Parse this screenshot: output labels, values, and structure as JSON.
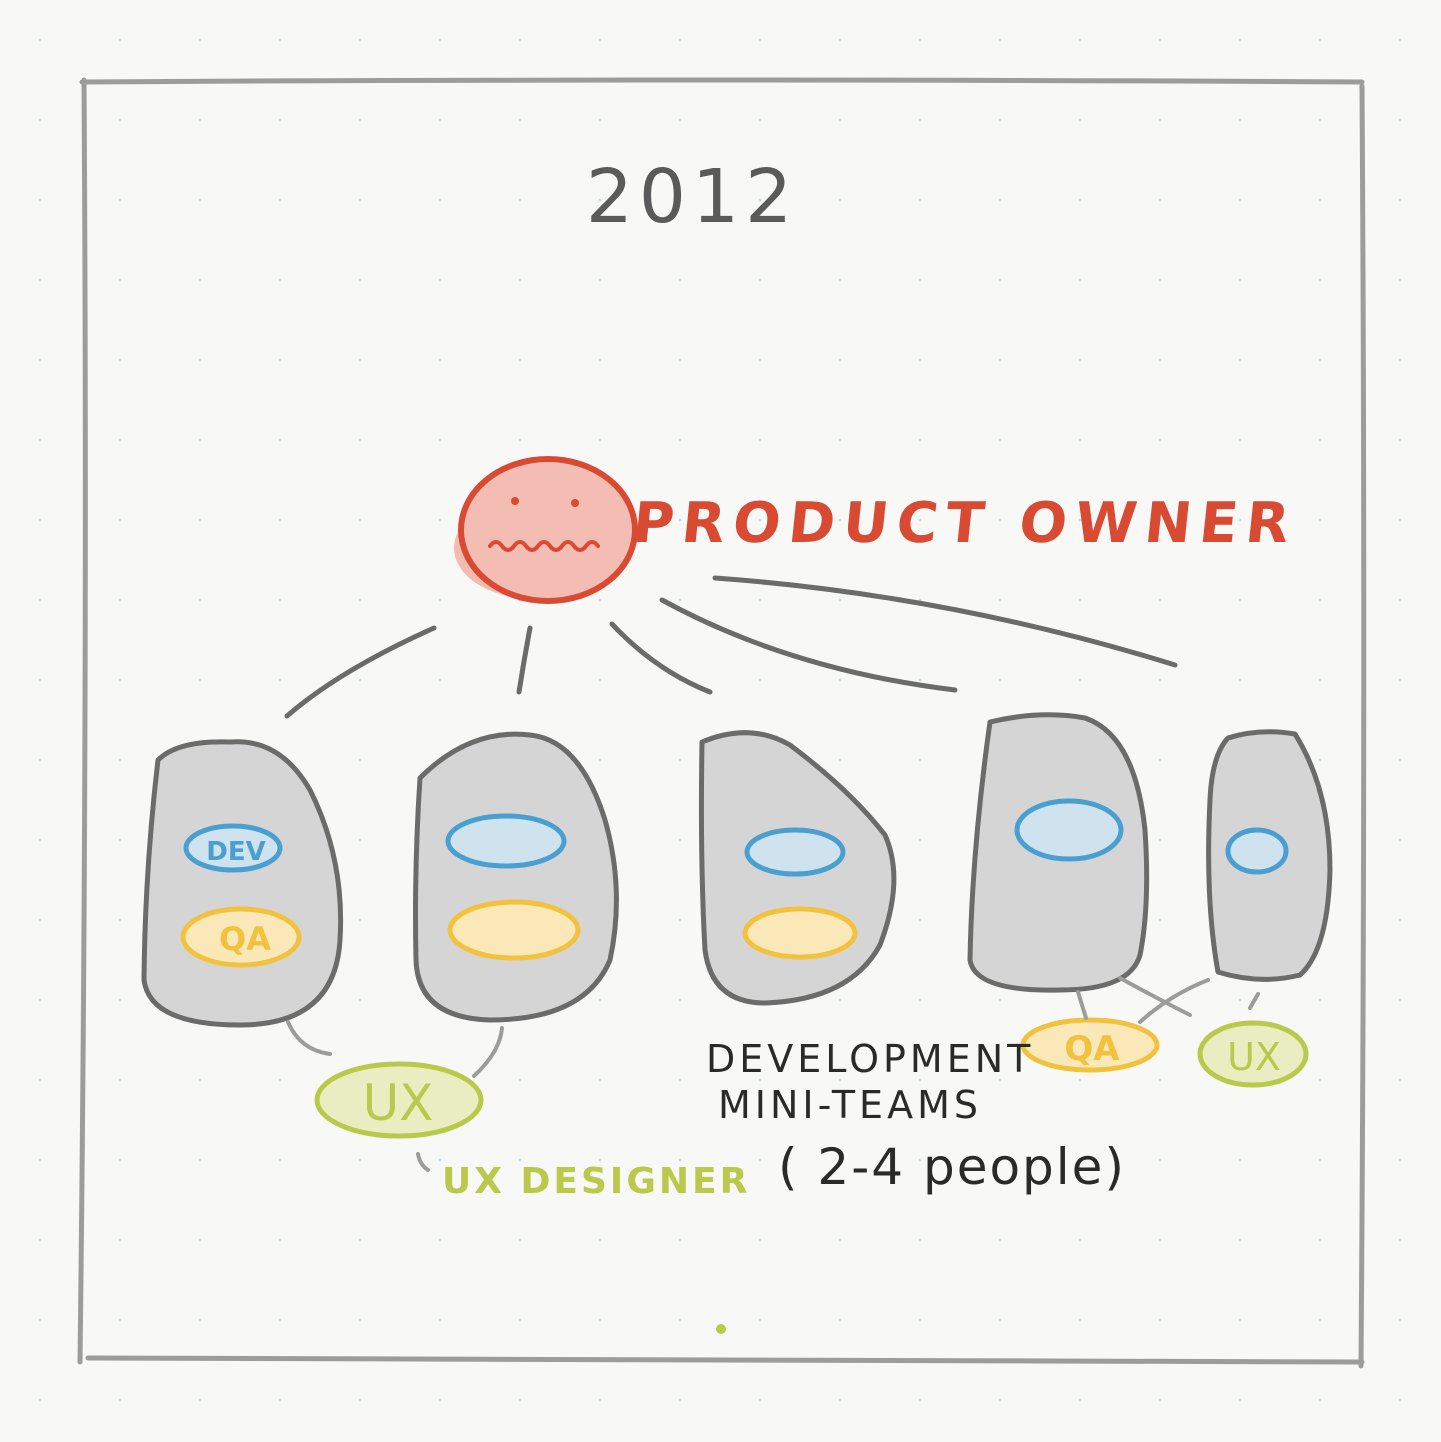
{
  "title": "2012",
  "product_owner": {
    "label": "PRODUCT OWNER",
    "icon": "worried-face-icon",
    "color": "#d94a33",
    "fill": "#f3b5aa"
  },
  "teams": [
    {
      "roles": [
        "DEV",
        "QA"
      ]
    },
    {
      "roles": [
        "",
        ""
      ]
    },
    {
      "roles": [
        "",
        ""
      ]
    },
    {
      "roles": [
        ""
      ]
    },
    {
      "roles": [
        ""
      ]
    }
  ],
  "shared_roles": {
    "ux_left": "UX",
    "qa_right": "QA",
    "ux_right": "UX"
  },
  "annotations": {
    "ux_designer": "UX DESIGNER",
    "mini_teams_line1": "DEVELOPMENT",
    "mini_teams_line2": "MINI-TEAMS",
    "mini_teams_line3": "( 2-4 people)"
  },
  "colors": {
    "dev": "#4a9fd0",
    "dev_fill": "#cfe3ef",
    "qa": "#f2c23f",
    "qa_fill": "#fbe8b8",
    "ux": "#b9c94a",
    "ux_fill": "#eaedc2",
    "team_fill": "#d5d5d5",
    "team_stroke": "#6b6b6b",
    "frame": "#9c9c9c",
    "ink": "#2a2a2a"
  }
}
